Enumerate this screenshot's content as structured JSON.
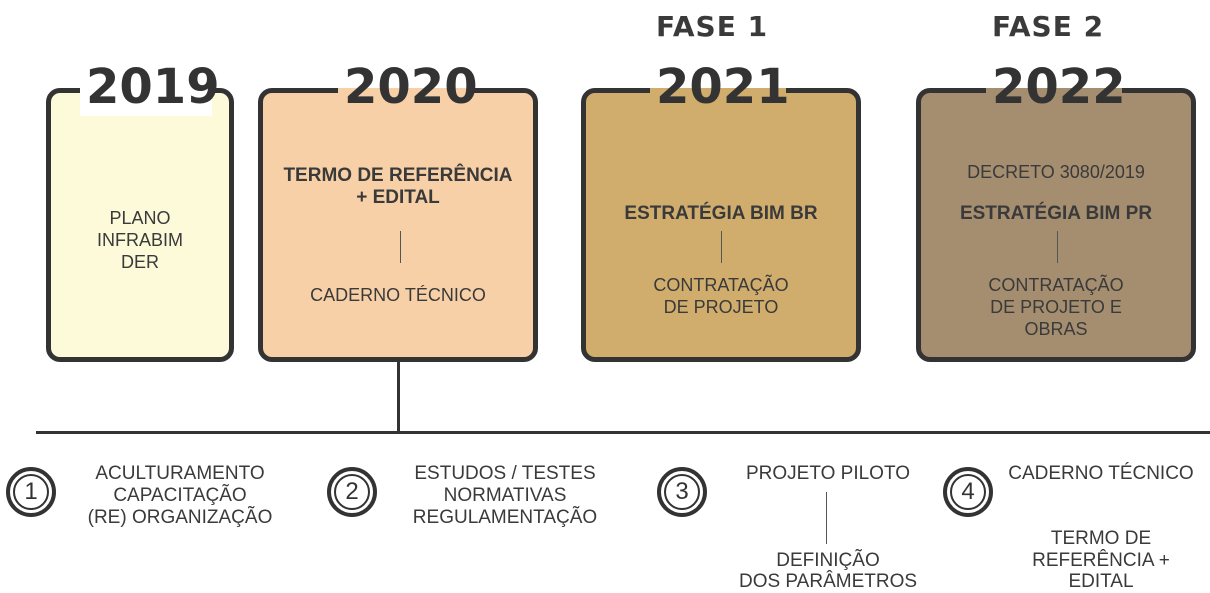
{
  "phases": {
    "fase1": "FASE 1",
    "fase2": "FASE 2"
  },
  "cards": [
    {
      "year": "2019",
      "color": "#fcfad9",
      "lines": [
        "PLANO",
        "INFRABIM",
        "DER"
      ]
    },
    {
      "year": "2020",
      "color": "#f8d0a7",
      "top": [
        "TERMO DE REFERÊNCIA",
        "+ EDITAL"
      ],
      "bottom": "CADERNO TÉCNICO"
    },
    {
      "year": "2021",
      "color": "#d0ad6d",
      "top": "ESTRATÉGIA BIM BR",
      "bottom": [
        "CONTRATAÇÃO",
        "DE PROJETO"
      ]
    },
    {
      "year": "2022",
      "color": "#a58e70",
      "decree": "DECRETO 3080/2019",
      "top": "ESTRATÉGIA BIM PR",
      "bottom": [
        "CONTRATAÇÃO",
        "DE PROJETO E",
        "OBRAS"
      ]
    }
  ],
  "steps": [
    {
      "number": "1",
      "lines": [
        "ACULTURAMENTO",
        "CAPACITAÇÃO",
        "(RE) ORGANIZAÇÃO"
      ]
    },
    {
      "number": "2",
      "lines": [
        "ESTUDOS / TESTES",
        "NORMATIVAS",
        "REGULAMENTAÇÃO"
      ]
    },
    {
      "number": "3",
      "top": "PROJETO PILOTO",
      "bottom": [
        "DEFINIÇÃO",
        "DOS PARÂMETROS"
      ]
    },
    {
      "number": "4",
      "top": "CADERNO TÉCNICO",
      "bottom": [
        "TERMO DE",
        "REFERÊNCIA +",
        "EDITAL"
      ]
    }
  ]
}
